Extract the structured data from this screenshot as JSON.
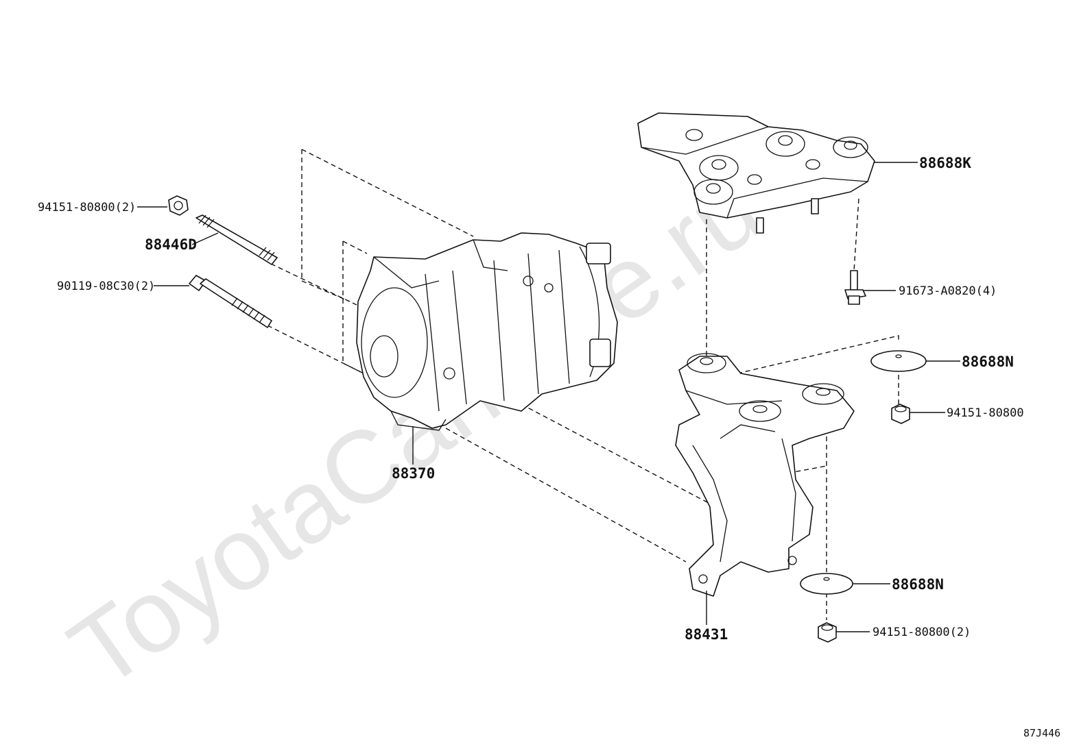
{
  "watermark": "ToyotaCarMine.ru",
  "drawing_code": "87J446",
  "callouts": [
    {
      "id": "nut-top-left",
      "text": "94151-80800(2)"
    },
    {
      "id": "stud-88446D",
      "text": "88446D"
    },
    {
      "id": "bolt-90119",
      "text": "90119-08C30(2)"
    },
    {
      "id": "compressor",
      "text": "88370"
    },
    {
      "id": "upper-bracket",
      "text": "88688K"
    },
    {
      "id": "bolt-91673",
      "text": "91673-A0820(4)"
    },
    {
      "id": "insulator-upper",
      "text": "88688N"
    },
    {
      "id": "nut-right",
      "text": "94151-80800"
    },
    {
      "id": "lower-bracket",
      "text": "88431"
    },
    {
      "id": "insulator-lower",
      "text": "88688N"
    },
    {
      "id": "nut-bottom",
      "text": "94151-80800(2)"
    }
  ]
}
